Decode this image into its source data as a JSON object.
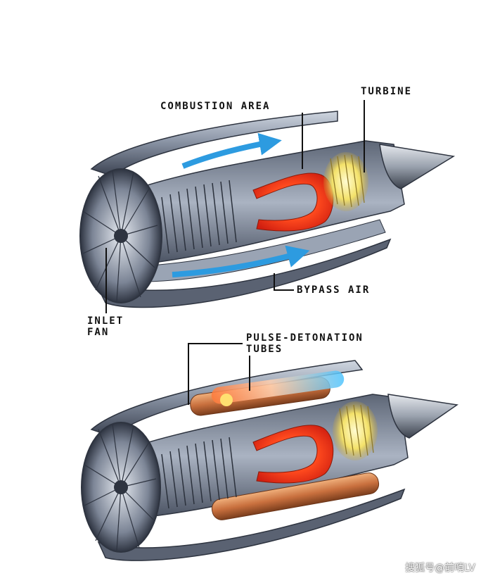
{
  "labels": {
    "combustion_area": "COMBUSTION AREA",
    "turbine": "TURBINE",
    "bypass_air": "BYPASS AIR",
    "inlet_fan": "INLET\nFAN",
    "pulse_detonation_tubes": "PULSE-DETONATION\nTUBES"
  },
  "watermark": "搜狐号@前哨LV",
  "colors": {
    "casing": "#7f8a9a",
    "casing_dark": "#3b4250",
    "combustion": "#ff3a1a",
    "turbine_glow": "#f4e26a",
    "bypass_arrow": "#2d9be0",
    "tube": "#c9703e",
    "label": "#111111"
  }
}
